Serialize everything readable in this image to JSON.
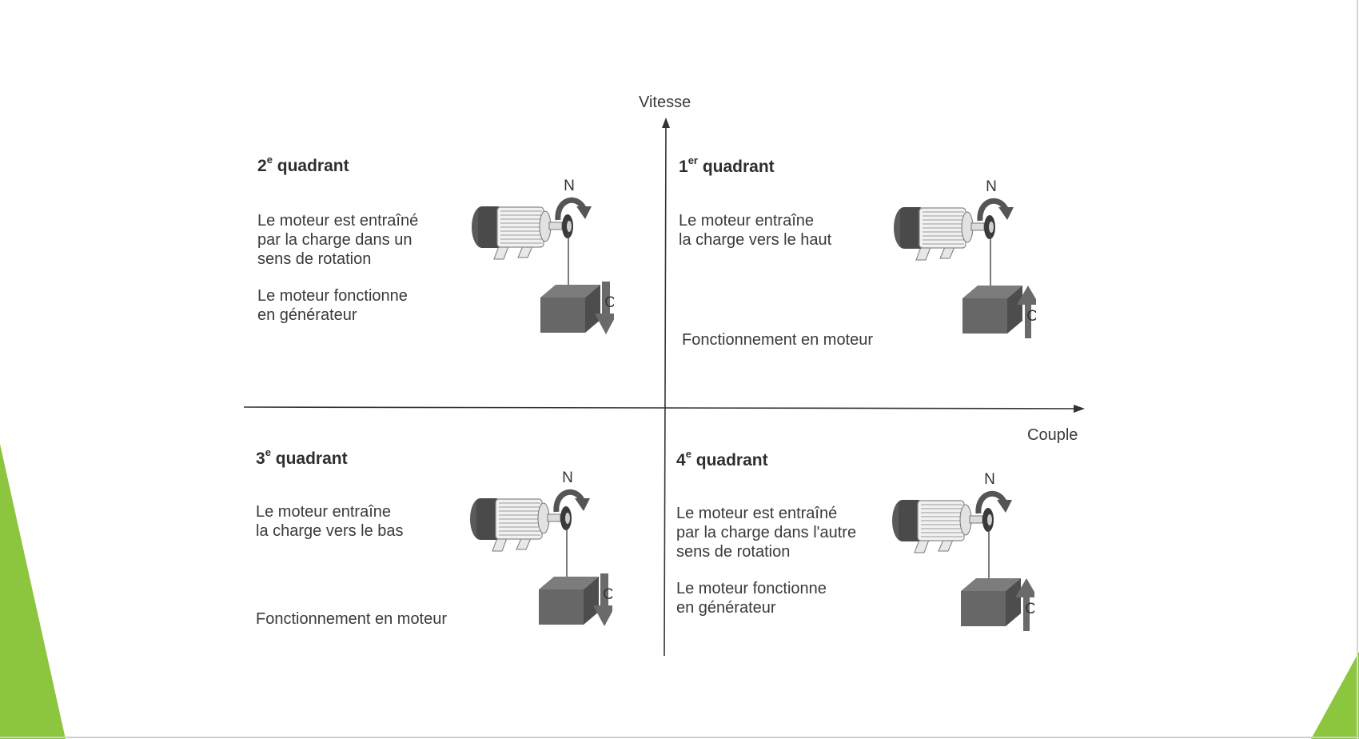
{
  "axes": {
    "y_label": "Vitesse",
    "x_label": "Couple"
  },
  "quadrants": [
    {
      "id": "q1",
      "num": "1",
      "sup": "er",
      "title_rest": "quadrant",
      "desc": [
        "Le moteur entraîne",
        "la charge vers le haut"
      ],
      "mode": [
        "Fonctionnement en moteur"
      ],
      "rotation_label": "N",
      "torque_label": "C",
      "torque_direction": "up"
    },
    {
      "id": "q2",
      "num": "2",
      "sup": "e",
      "title_rest": "quadrant",
      "desc": [
        "Le moteur est entraîné",
        "par la charge dans un",
        "sens de rotation"
      ],
      "mode": [
        "Le moteur fonctionne",
        "en générateur"
      ],
      "rotation_label": "N",
      "torque_label": "C",
      "torque_direction": "down"
    },
    {
      "id": "q3",
      "num": "3",
      "sup": "e",
      "title_rest": "quadrant",
      "desc": [
        "Le moteur entraîne",
        "la charge vers le bas"
      ],
      "mode": [
        "Fonctionnement en moteur"
      ],
      "rotation_label": "N",
      "torque_label": "C",
      "torque_direction": "down"
    },
    {
      "id": "q4",
      "num": "4",
      "sup": "e",
      "title_rest": "quadrant",
      "desc": [
        "Le moteur est entraîné",
        "par la charge dans l'autre",
        "sens de rotation"
      ],
      "mode": [
        "Le moteur fonctionne",
        "en générateur"
      ],
      "rotation_label": "N",
      "torque_label": "C",
      "torque_direction": "up"
    }
  ],
  "colors": {
    "accent_green": "#8cc63f",
    "accent_green_light": "#a9d65a"
  }
}
